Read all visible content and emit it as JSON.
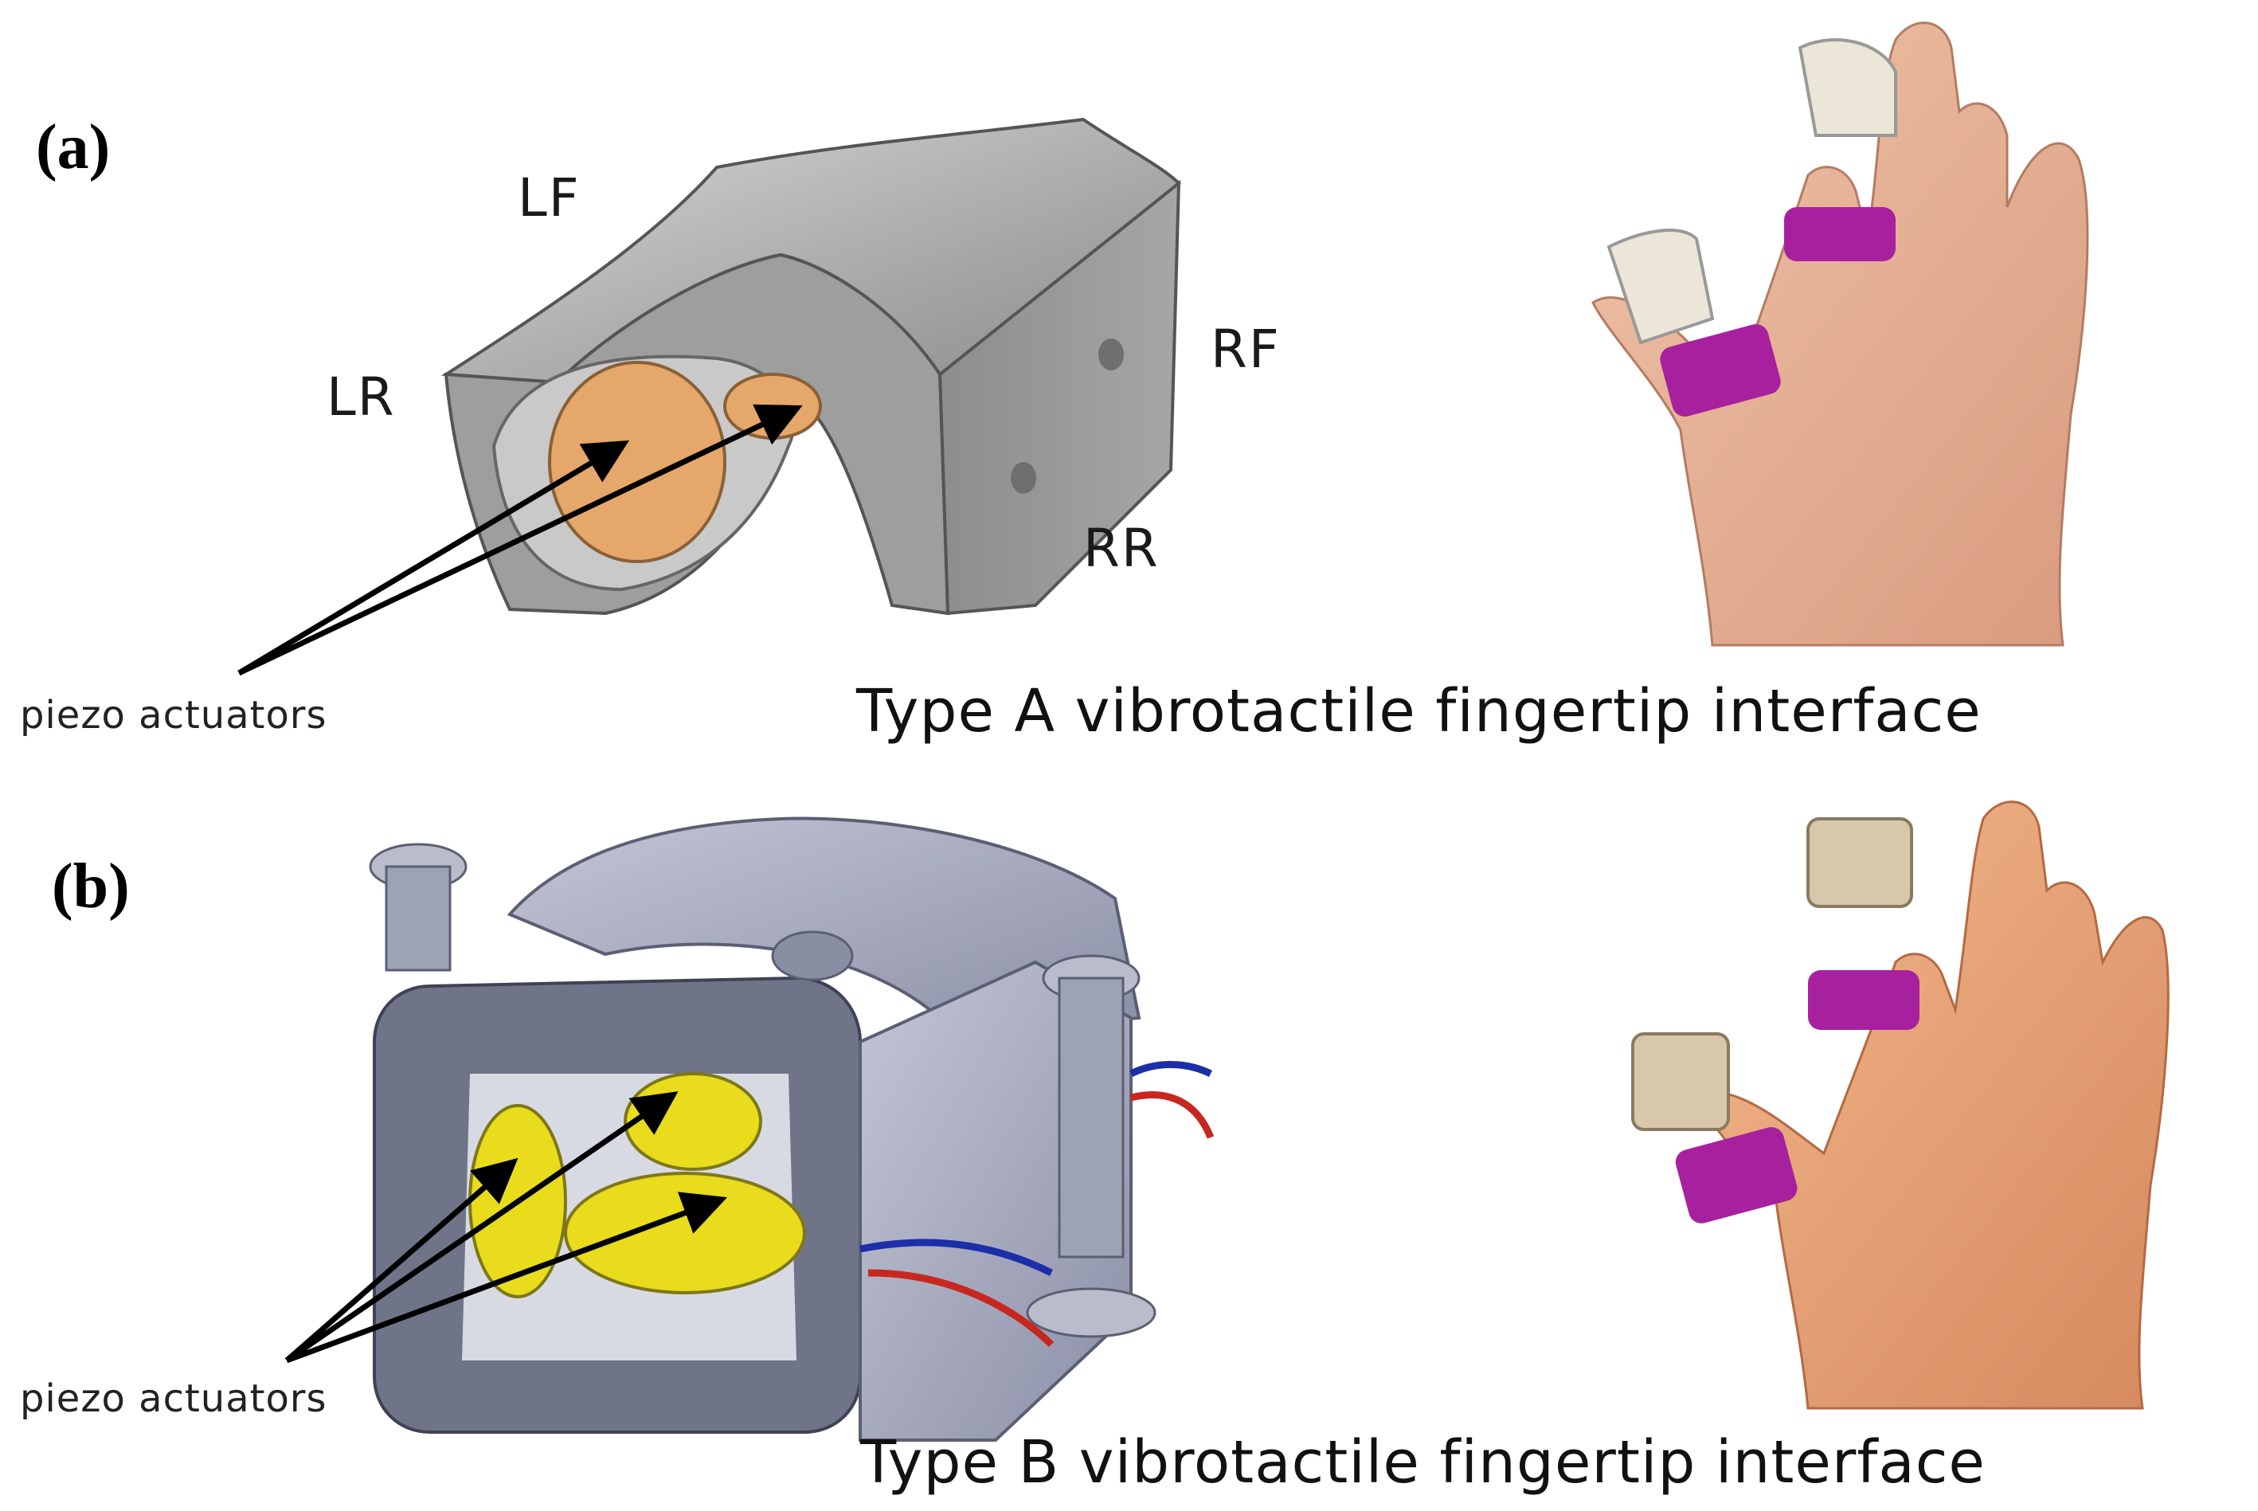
{
  "panel_a": {
    "label": "(a)",
    "corner_labels": {
      "lf": "LF",
      "rf": "RF",
      "lr": "LR",
      "rr": "RR"
    },
    "piezo_label": "piezo actuators",
    "caption": "Type A vibrotactile fingertip interface"
  },
  "panel_b": {
    "label": "(b)",
    "piezo_label": "piezo actuators",
    "caption": "Type B vibrotactile fingertip interface"
  },
  "colors": {
    "shell_gray": "#9a9a9a",
    "piezo_orange": "#e6a76a",
    "piezo_yellow": "#e8dc1c",
    "band_purple": "#a7219f",
    "skin": "#e4a884"
  }
}
